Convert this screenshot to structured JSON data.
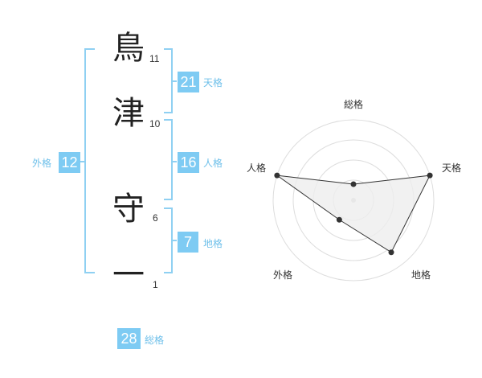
{
  "name": {
    "chars": [
      {
        "char": "鳥",
        "strokes": "11"
      },
      {
        "char": "津",
        "strokes": "10"
      },
      {
        "char": "守",
        "strokes": "6"
      },
      {
        "char": "一",
        "strokes": "1"
      }
    ]
  },
  "kaku": {
    "tenkaku": {
      "value": "21",
      "label": "天格"
    },
    "jinkaku": {
      "value": "16",
      "label": "人格"
    },
    "chikaku": {
      "value": "7",
      "label": "地格"
    },
    "gaikaku": {
      "value": "12",
      "label": "外格"
    },
    "soukaku": {
      "value": "28",
      "label": "総格"
    }
  },
  "colors": {
    "accent": "#7ecbf3",
    "bracket": "#8fd0f2",
    "polygon_fill": "#eeeeee",
    "polygon_stroke": "#333333"
  },
  "chart_data": {
    "type": "radar",
    "axes": [
      "総格",
      "天格",
      "地格",
      "外格",
      "人格"
    ],
    "rings": 4,
    "values": [
      0.2,
      1.0,
      0.8,
      0.3,
      1.0
    ]
  }
}
